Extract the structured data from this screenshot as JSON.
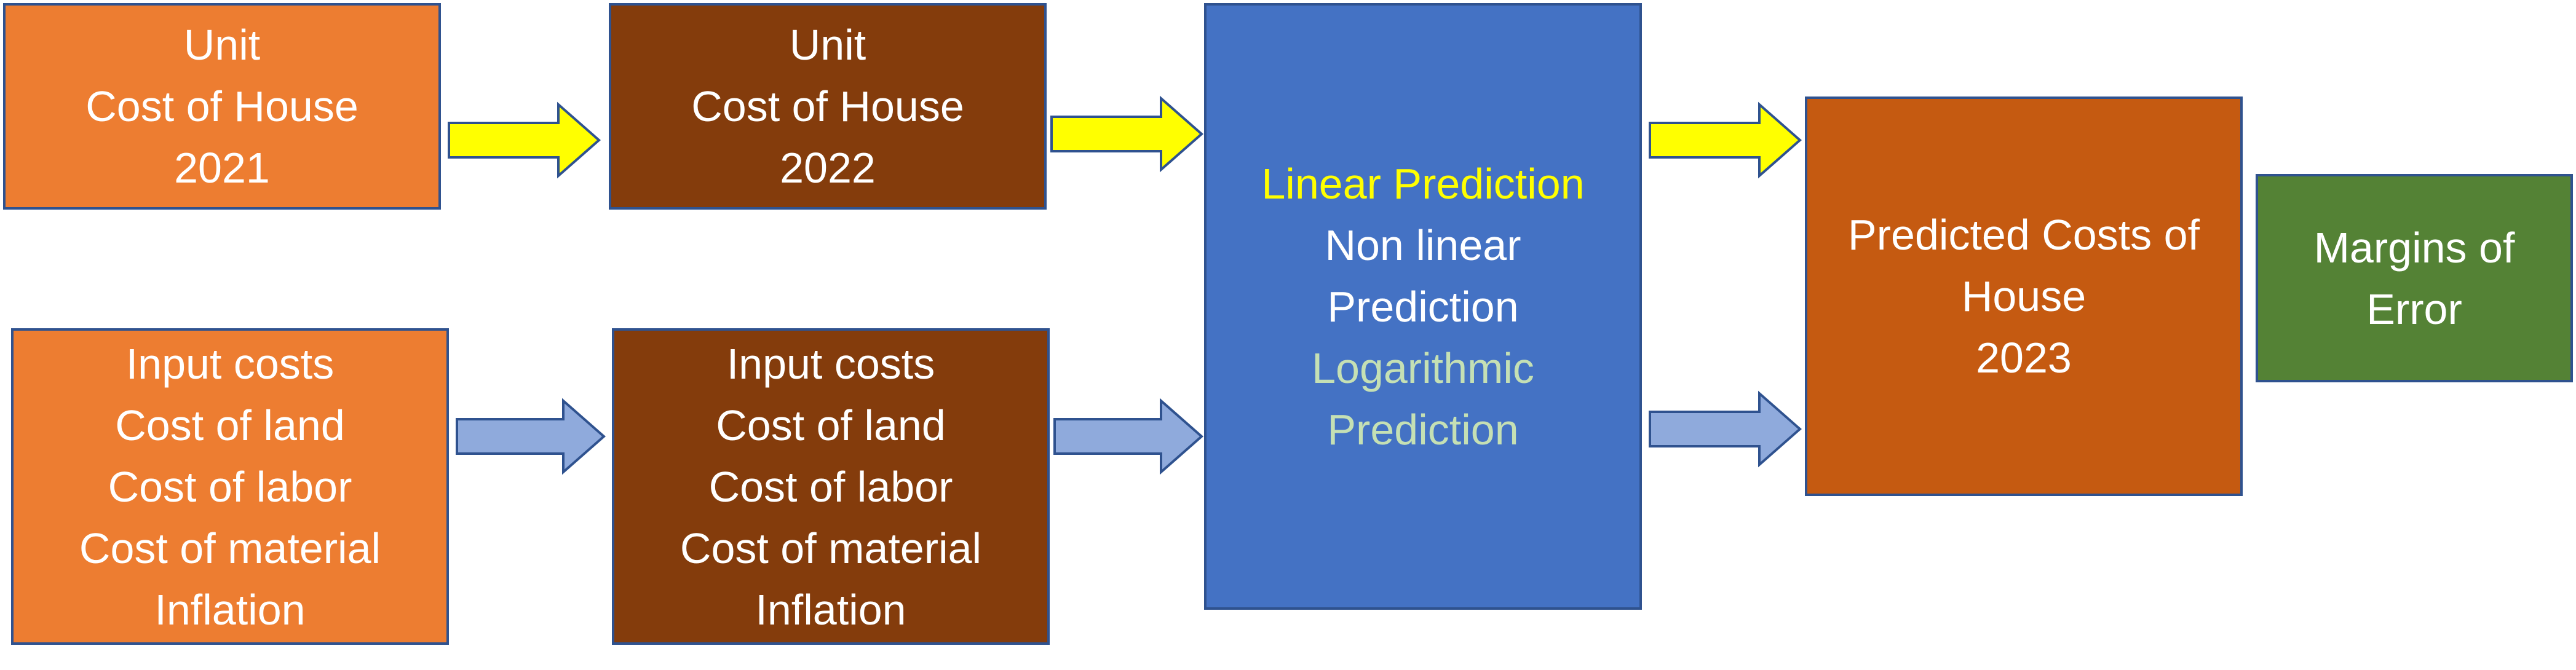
{
  "boxes": {
    "unit_2021": [
      "Unit",
      "Cost of House",
      "2021"
    ],
    "unit_2022": [
      "Unit",
      "Cost of House",
      "2022"
    ],
    "input_costs_1": [
      "Input costs",
      "Cost of  land",
      "Cost of labor",
      "Cost of material",
      "Inflation"
    ],
    "input_costs_2": [
      "Input costs",
      "Cost of  land",
      "Cost of labor",
      "Cost of material",
      "Inflation"
    ],
    "prediction": {
      "linear": "Linear Prediction",
      "nonlinear_1": "Non linear",
      "nonlinear_2": "Prediction",
      "log_1": "Logarithmic",
      "log_2": "Prediction"
    },
    "predicted_costs": [
      "Predicted Costs of",
      "House",
      "2023"
    ],
    "margins": [
      "Margins of",
      "Error"
    ]
  },
  "colors": {
    "orange": "#ed7d31",
    "brown": "#843c0c",
    "blue": "#4472c4",
    "rust": "#c55a11",
    "green": "#548235",
    "yellow_arrow": "#ffff00",
    "blue_arrow": "#8faadc",
    "border": "#2f528f"
  }
}
